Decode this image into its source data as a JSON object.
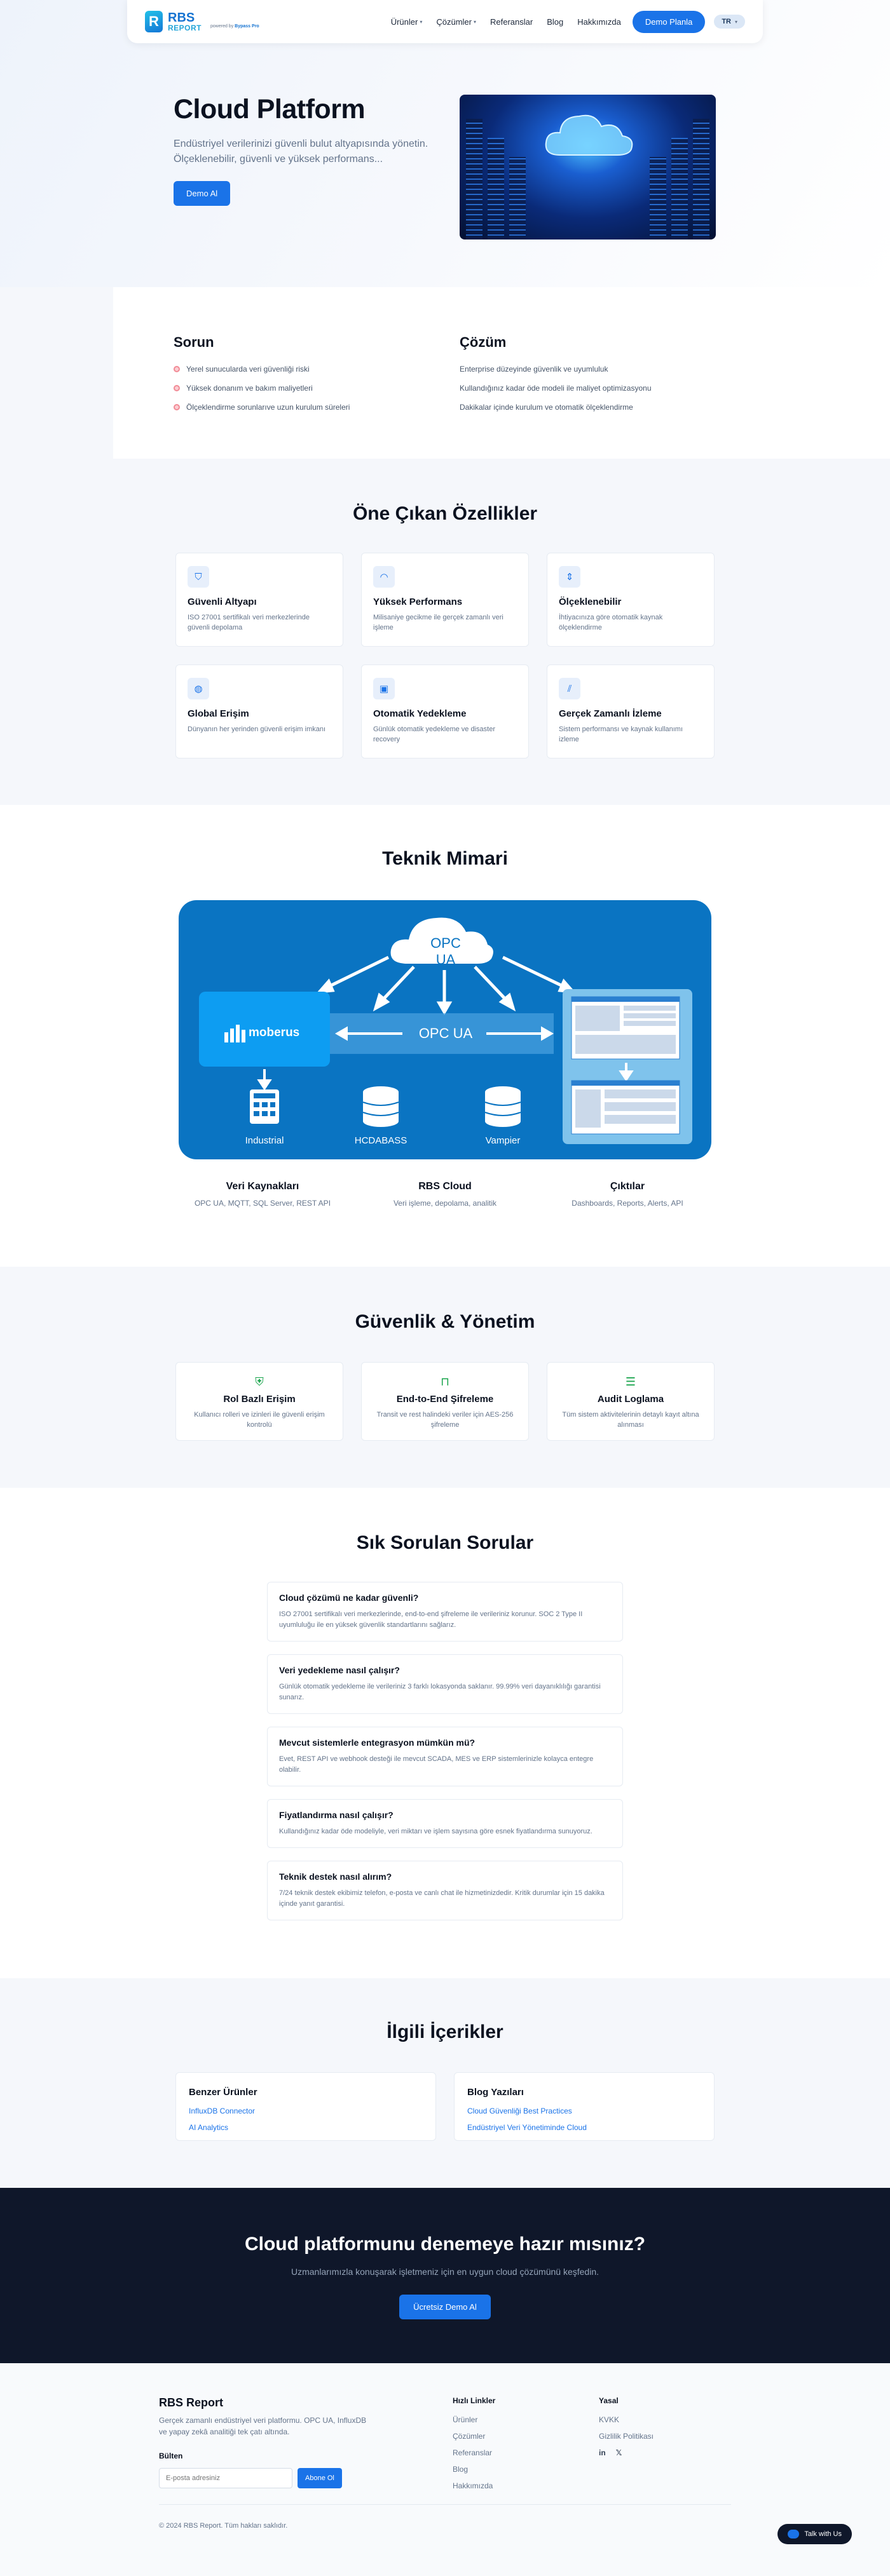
{
  "header": {
    "logo_letter": "R",
    "logo_main": "RBS",
    "logo_sub": "REPORT",
    "logo_powered_prefix": "powered by",
    "logo_powered_brand": "Bypass Pro",
    "nav": [
      {
        "label": "Ürünler",
        "dropdown": true
      },
      {
        "label": "Çözümler",
        "dropdown": true
      },
      {
        "label": "Referanslar",
        "dropdown": false
      },
      {
        "label": "Blog",
        "dropdown": false
      },
      {
        "label": "Hakkımızda",
        "dropdown": false
      }
    ],
    "demo_button": "Demo Planla",
    "language": "TR",
    "dropdown_glyph": "▾"
  },
  "hero": {
    "title": "Cloud Platform",
    "subtitle": "Endüstriyel verilerinizi güvenli bulut altyapısında yönetin. Ölçeklenebilir, güvenli ve yüksek performans...",
    "button": "Demo Al"
  },
  "problem": {
    "title": "Sorun",
    "items": [
      "Yerel sunucularda veri güvenliği riski",
      "Yüksek donanım ve bakım maliyetleri",
      "Ölçeklendirme sorunlarıve uzun kurulum süreleri"
    ]
  },
  "solution": {
    "title": "Çözüm",
    "items": [
      "Enterprise düzeyinde güvenlik ve uyumluluk",
      "Kullandığınız kadar öde modeli ile maliyet optimizasyonu",
      "Dakikalar içinde kurulum ve otomatik ölçeklendirme"
    ]
  },
  "features": {
    "title": "Öne Çıkan Özellikler",
    "items": [
      {
        "icon": "shield-icon",
        "glyph": "⛉",
        "title": "Güvenli Altyapı",
        "desc": "ISO 27001 sertifikalı veri merkezlerinde güvenli depolama"
      },
      {
        "icon": "gauge-icon",
        "glyph": "◠",
        "title": "Yüksek Performans",
        "desc": "Milisaniye gecikme ile gerçek zamanlı veri işleme"
      },
      {
        "icon": "scale-icon",
        "glyph": "⇕",
        "title": "Ölçeklenebilir",
        "desc": "İhtiyacınıza göre otomatik kaynak ölçeklendirme"
      },
      {
        "icon": "globe-icon",
        "glyph": "◍",
        "title": "Global Erişim",
        "desc": "Dünyanın her yerinden güvenli erişim imkanı"
      },
      {
        "icon": "backup-icon",
        "glyph": "▣",
        "title": "Otomatik Yedekleme",
        "desc": "Günlük otomatik yedekleme ve disaster recovery"
      },
      {
        "icon": "chart-icon",
        "glyph": "⫽",
        "title": "Gerçek Zamanlı İzleme",
        "desc": "Sistem performansı ve kaynak kullanımı izleme"
      }
    ]
  },
  "architecture": {
    "title": "Teknik Mimari",
    "diagram": {
      "cloud_label": "OPC UA",
      "bus_label": "OPC UA",
      "brand": "moberus",
      "nodes": [
        "Industrial",
        "HCDABASS",
        "Vampier"
      ]
    },
    "columns": [
      {
        "title": "Veri Kaynakları",
        "desc": "OPC UA, MQTT, SQL Server, REST API"
      },
      {
        "title": "RBS Cloud",
        "desc": "Veri işleme, depolama, analitik"
      },
      {
        "title": "Çıktılar",
        "desc": "Dashboards, Reports, Alerts, API"
      }
    ]
  },
  "security": {
    "title": "Güvenlik & Yönetim",
    "items": [
      {
        "icon": "shield-check-icon",
        "glyph": "⛨",
        "title": "Rol Bazlı Erişim",
        "desc": "Kullanıcı rolleri ve izinleri ile güvenli erişim kontrolü"
      },
      {
        "icon": "lock-icon",
        "glyph": "⊓",
        "title": "End-to-End Şifreleme",
        "desc": "Transit ve rest halindeki veriler için AES-256 şifreleme"
      },
      {
        "icon": "log-icon",
        "glyph": "☰",
        "title": "Audit Loglama",
        "desc": "Tüm sistem aktivitelerinin detaylı kayıt altına alınması"
      }
    ]
  },
  "faq": {
    "title": "Sık Sorulan Sorular",
    "items": [
      {
        "q": "Cloud çözümü ne kadar güvenli?",
        "a": "ISO 27001 sertifikalı veri merkezlerinde, end-to-end şifreleme ile verileriniz korunur. SOC 2 Type II uyumluluğu ile en yüksek güvenlik standartlarını sağlarız."
      },
      {
        "q": "Veri yedekleme nasıl çalışır?",
        "a": "Günlük otomatik yedekleme ile verileriniz 3 farklı lokasyonda saklanır. 99.99% veri dayanıklılığı garantisi sunarız."
      },
      {
        "q": "Mevcut sistemlerle entegrasyon mümkün mü?",
        "a": "Evet, REST API ve webhook desteği ile mevcut SCADA, MES ve ERP sistemlerinizle kolayca entegre olabilir."
      },
      {
        "q": "Fiyatlandırma nasıl çalışır?",
        "a": "Kullandığınız kadar öde modeliyle, veri miktarı ve işlem sayısına göre esnek fiyatlandırma sunuyoruz."
      },
      {
        "q": "Teknik destek nasıl alırım?",
        "a": "7/24 teknik destek ekibimiz telefon, e-posta ve canlı chat ile hizmetinizdedir. Kritik durumlar için 15 dakika içinde yanıt garantisi."
      }
    ]
  },
  "related": {
    "title": "İlgili İçerikler",
    "products": {
      "title": "Benzer Ürünler",
      "links": [
        "InfluxDB Connector",
        "AI Analytics"
      ]
    },
    "blog": {
      "title": "Blog Yazıları",
      "links": [
        "Cloud Güvenliği Best Practices",
        "Endüstriyel Veri Yönetiminde Cloud"
      ]
    }
  },
  "cta": {
    "title": "Cloud platformunu denemeye hazır mısınız?",
    "subtitle": "Uzmanlarımızla konuşarak işletmeniz için en uygun cloud çözümünü keşfedin.",
    "button": "Ücretsiz Demo Al"
  },
  "footer": {
    "brand": "RBS Report",
    "desc": "Gerçek zamanlı endüstriyel veri platformu. OPC UA, InfluxDB ve yapay zekâ analitiği tek çatı altında.",
    "newsletter_title": "Bülten",
    "newsletter_placeholder": "E-posta adresiniz",
    "newsletter_button": "Abone Ol",
    "quick_links_title": "Hızlı Linkler",
    "quick_links": [
      "Ürünler",
      "Çözümler",
      "Referanslar",
      "Blog",
      "Hakkımızda"
    ],
    "legal_title": "Yasal",
    "legal_links": [
      "KVKK",
      "Gizlilik Politikası"
    ],
    "social": [
      "in",
      "𝕏"
    ],
    "copyright": "© 2024 RBS Report. Tüm hakları saklıdır.",
    "chat_button": "Talk with Us"
  },
  "colors": {
    "primary": "#1a73e8",
    "dark": "#0f172a",
    "section_bg": "#f5f7fb",
    "diagram_blue": "#0a74c2"
  }
}
